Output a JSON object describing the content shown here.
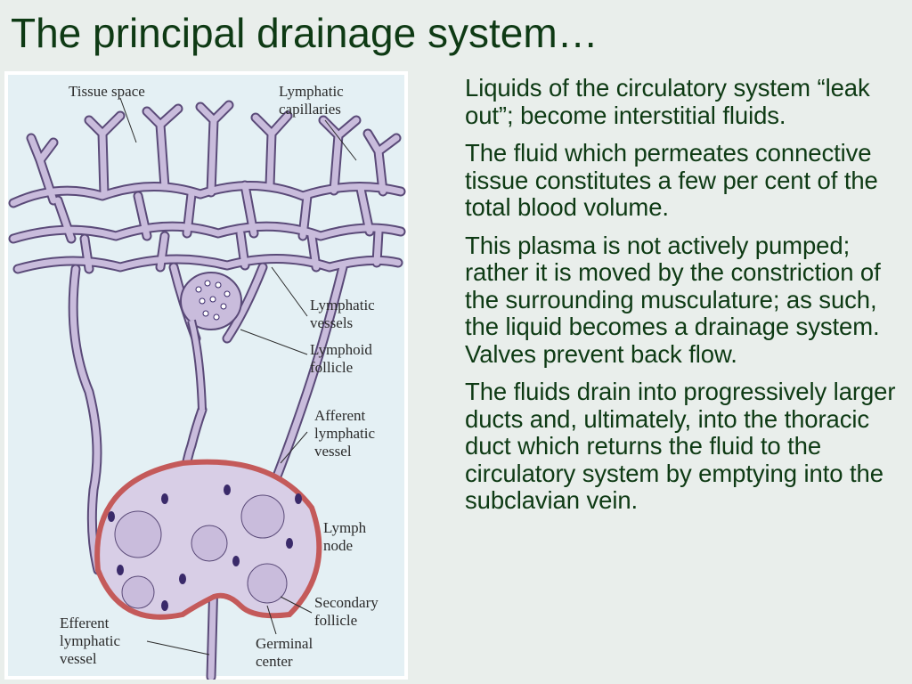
{
  "slide": {
    "title": "The principal drainage system…",
    "title_color": "#0e3a14",
    "background": "#e9eeeb"
  },
  "figure": {
    "labels": {
      "tissue_space": "Tissue space",
      "lymphatic_capillaries_1": "Lymphatic",
      "lymphatic_capillaries_2": "capillaries",
      "lymphatic_vessels_1": "Lymphatic",
      "lymphatic_vessels_2": "vessels",
      "lymphoid_follicle_1": "Lymphoid",
      "lymphoid_follicle_2": "follicle",
      "afferent_1": "Afferent",
      "afferent_2": "lymphatic",
      "afferent_3": "vessel",
      "lymph_node_1": "Lymph",
      "lymph_node_2": "node",
      "secondary_follicle_1": "Secondary",
      "secondary_follicle_2": "follicle",
      "efferent_1": "Efferent",
      "efferent_2": "lymphatic",
      "efferent_3": "vessel",
      "germinal_center_1": "Germinal",
      "germinal_center_2": "center"
    },
    "colors": {
      "vessel_fill": "#c9bcdc",
      "vessel_stroke": "#5a4a78",
      "node_capsule": "#c45a5a",
      "nucleus": "#3a2a6a"
    }
  },
  "paragraphs": [
    "Liquids of the circulatory system “leak out”; become interstitial fluids.",
    "The fluid which permeates connective tissue constitutes a few per cent of the total blood volume.",
    "This plasma is not actively pumped; rather it is moved by the constriction of the surrounding musculature; as such, the liquid becomes a drainage system.  Valves prevent back flow.",
    "The fluids drain into progressively larger ducts and, ultimately, into the thoracic duct which returns the fluid to the circulatory system by emptying into the subclavian vein."
  ]
}
